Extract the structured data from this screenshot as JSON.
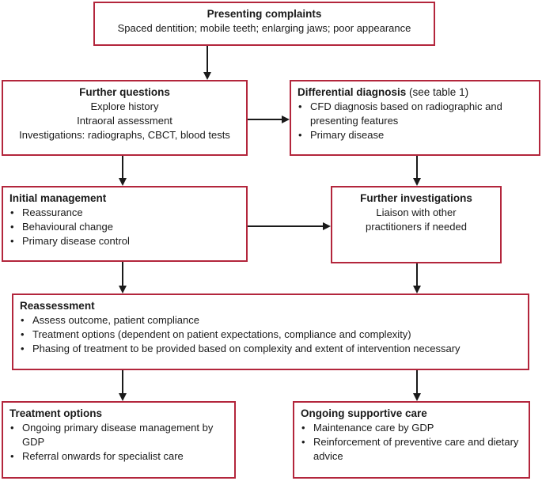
{
  "presenting": {
    "title": "Presenting complaints",
    "line": "Spaced dentition; mobile teeth; enlarging jaws; poor appearance"
  },
  "further_questions": {
    "title": "Further questions",
    "lines": [
      "Explore history",
      "Intraoral assessment",
      "Investigations: radiographs, CBCT, blood tests"
    ]
  },
  "differential": {
    "title": "Differential diagnosis",
    "title_suffix": " (see table 1)",
    "items": [
      "CFD diagnosis based on radiographic and presenting features",
      "Primary disease"
    ]
  },
  "initial_management": {
    "title": "Initial management",
    "items": [
      "Reassurance",
      "Behavioural change",
      "Primary disease control"
    ]
  },
  "further_investigations": {
    "title": "Further investigations",
    "lines": [
      "Liaison with other",
      "practitioners if needed"
    ]
  },
  "reassessment": {
    "title": "Reassessment",
    "items": [
      "Assess outcome, patient compliance",
      "Treatment options (dependent on patient expectations, compliance and complexity)",
      "Phasing of treatment to be provided based on complexity and extent of intervention necessary"
    ]
  },
  "treatment_options": {
    "title": "Treatment options",
    "items": [
      "Ongoing primary disease management by GDP",
      "Referral onwards for specialist care"
    ]
  },
  "supportive_care": {
    "title": "Ongoing supportive care",
    "items": [
      "Maintenance care by GDP",
      "Reinforcement of preventive care and dietary advice"
    ]
  },
  "colors": {
    "border": "#b3263c",
    "arrow": "#1a1a1a"
  }
}
